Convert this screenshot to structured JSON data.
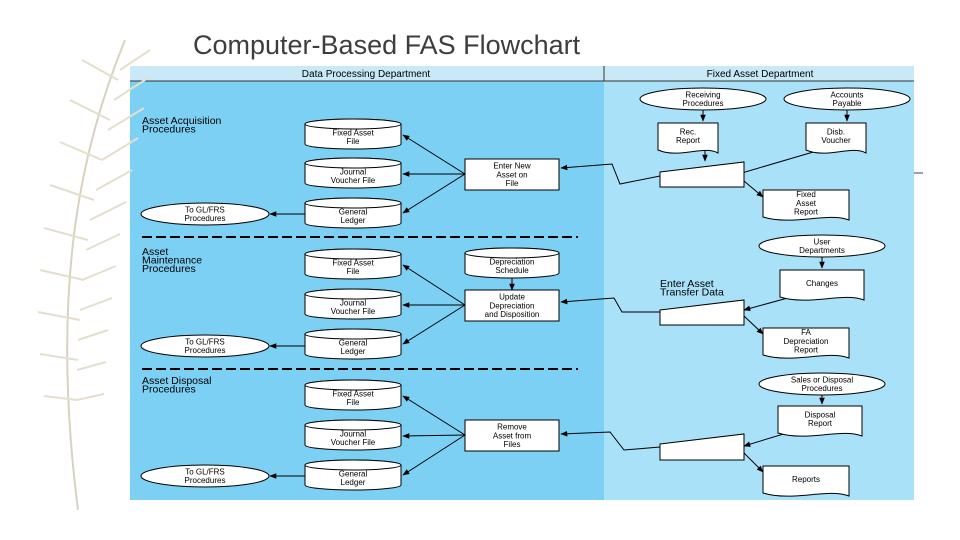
{
  "slide": {
    "title": "Computer-Based FAS Flowchart"
  },
  "departments": {
    "left": "Data Processing Department",
    "right": "Fixed Asset Department"
  },
  "sections": [
    {
      "label": [
        "Asset Acquisition",
        "Procedures"
      ],
      "files": [
        [
          "Fixed Asset",
          "File"
        ],
        [
          "Journal",
          "Voucher File"
        ],
        [
          "General",
          "Ledger"
        ]
      ],
      "process": [
        "Enter New",
        "Asset on",
        "File"
      ],
      "gl": [
        "To GL/FRS",
        "Procedures"
      ]
    },
    {
      "label": [
        "Asset",
        "Maintenance",
        "Procedures"
      ],
      "files": [
        [
          "Fixed Asset",
          "File"
        ],
        [
          "Journal",
          "Voucher File"
        ],
        [
          "General",
          "Ledger"
        ]
      ],
      "schedule": [
        "Depreciation",
        "Schedule"
      ],
      "process": [
        "Update",
        "Depreciation",
        "and Disposition"
      ],
      "gl": [
        "To GL/FRS",
        "Procedures"
      ]
    },
    {
      "label": [
        "Asset Disposal",
        "Procedures"
      ],
      "files": [
        [
          "Fixed Asset",
          "File"
        ],
        [
          "Journal",
          "Voucher File"
        ],
        [
          "General",
          "Ledger"
        ]
      ],
      "process": [
        "Remove",
        "Asset from",
        "Files"
      ],
      "gl": [
        "To GL/FRS",
        "Procedures"
      ]
    }
  ],
  "fixed_asset": {
    "receiving": [
      "Receiving",
      "Procedures"
    ],
    "accounts_payable": [
      "Accounts",
      "Payable"
    ],
    "rec_report": [
      "Rec.",
      "Report"
    ],
    "disb_voucher": [
      "Disb.",
      "Voucher"
    ],
    "fixed_asset_report": [
      "Fixed",
      "Asset",
      "Report"
    ],
    "user_departments": [
      "User",
      "Departments"
    ],
    "enter_transfer": [
      "Enter Asset",
      "Transfer Data"
    ],
    "changes": [
      "Changes"
    ],
    "fa_depreciation_report": [
      "FA",
      "Depreciation",
      "Report"
    ],
    "sales_disposal": [
      "Sales or Disposal",
      "Procedures"
    ],
    "disposal_report": [
      "Disposal",
      "Report"
    ],
    "reports": [
      "Reports"
    ]
  },
  "colors": {
    "left_panel": "#7cd0f4",
    "right_panel": "#a9e1f8",
    "background_panel": "#f4f1e6",
    "header_bar": "#c9e9f7"
  }
}
